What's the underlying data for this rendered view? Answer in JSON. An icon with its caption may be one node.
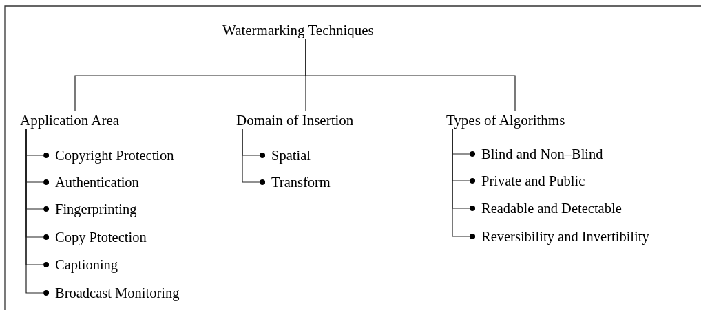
{
  "diagram": {
    "nodes": [
      {
        "text": [
          "Watermarking Techniques"
        ]
      },
      {
        "text": [
          "Application Area"
        ]
      },
      {
        "text": [
          "Copyright Protection"
        ]
      },
      {
        "text": [
          "Authentication"
        ]
      },
      {
        "text": [
          "Fingerprinting"
        ]
      },
      {
        "text": [
          "Copy Ptotection"
        ]
      },
      {
        "text": [
          "Captioning"
        ]
      },
      {
        "text": [
          "Broadcast Monitoring"
        ]
      },
      {
        "text": [
          "Domain of Insertion"
        ]
      },
      {
        "text": [
          "Spatial"
        ]
      },
      {
        "text": [
          "Transform"
        ]
      },
      {
        "text": [
          "Types of Algorithms"
        ]
      },
      {
        "text": [
          "Blind and Non–Blind"
        ]
      },
      {
        "text": [
          "Private and Public"
        ]
      },
      {
        "text": [
          "Readable and Detectable"
        ]
      },
      {
        "text": [
          "Reversibility and Invertibility"
        ]
      }
    ],
    "edges": [
      {
        "from": 0,
        "to": 1,
        "arrow": "none"
      },
      {
        "from": 0,
        "to": 8,
        "arrow": "none"
      },
      {
        "from": 0,
        "to": 11,
        "arrow": "none"
      },
      {
        "from": 1,
        "to": 2,
        "arrow": "other"
      },
      {
        "from": 1,
        "to": 3,
        "arrow": "other"
      },
      {
        "from": 1,
        "to": 4,
        "arrow": "other"
      },
      {
        "from": 1,
        "to": 5,
        "arrow": "other"
      },
      {
        "from": 1,
        "to": 6,
        "arrow": "other"
      },
      {
        "from": 1,
        "to": 7,
        "arrow": "other"
      },
      {
        "from": 8,
        "to": 9,
        "arrow": "other"
      },
      {
        "from": 8,
        "to": 10,
        "arrow": "other"
      },
      {
        "from": 11,
        "to": 12,
        "arrow": "other"
      },
      {
        "from": 11,
        "to": 13,
        "arrow": "other"
      },
      {
        "from": 11,
        "to": 14,
        "arrow": "other"
      },
      {
        "from": 11,
        "to": 15,
        "arrow": "other"
      }
    ]
  }
}
